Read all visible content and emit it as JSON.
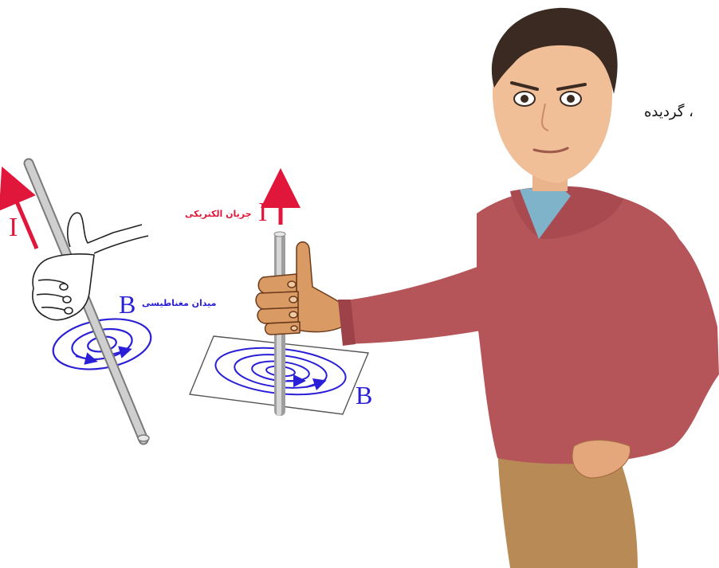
{
  "colors": {
    "current": "#e0163a",
    "field": "#2a1fd6",
    "rod": "#bdbdbd",
    "skin": "#d99a63",
    "sweater": "#b5555a",
    "pants": "#b88a55"
  },
  "left_diagram": {
    "current_symbol": "I",
    "field_symbol": "B",
    "field_caption": "میدان مغناطیسی"
  },
  "right_diagram": {
    "current_symbol": "I",
    "current_caption": "جریان الکتریکی",
    "field_symbol": "B"
  },
  "clipped_text": "، گردیده"
}
